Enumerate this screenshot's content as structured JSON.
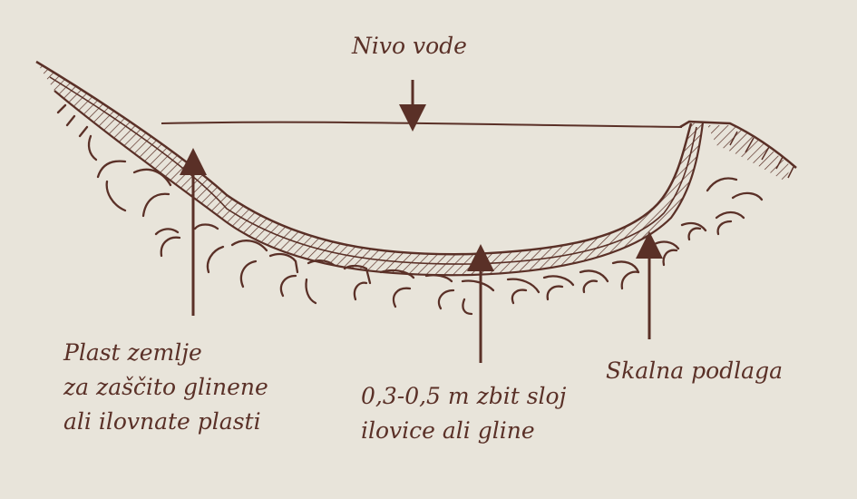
{
  "labels": {
    "water_level": "Nivo vode",
    "soil_layer": [
      "Plast zemlje",
      "za zaščito glinene",
      "ali ilovnate plasti"
    ],
    "clay_layer": [
      "0,3-0,5 m zbit sloj",
      "ilovice ali gline"
    ],
    "bedrock": "Skalna podlaga"
  },
  "colors": {
    "background": "#e8e4da",
    "ink": "#5a3027"
  }
}
